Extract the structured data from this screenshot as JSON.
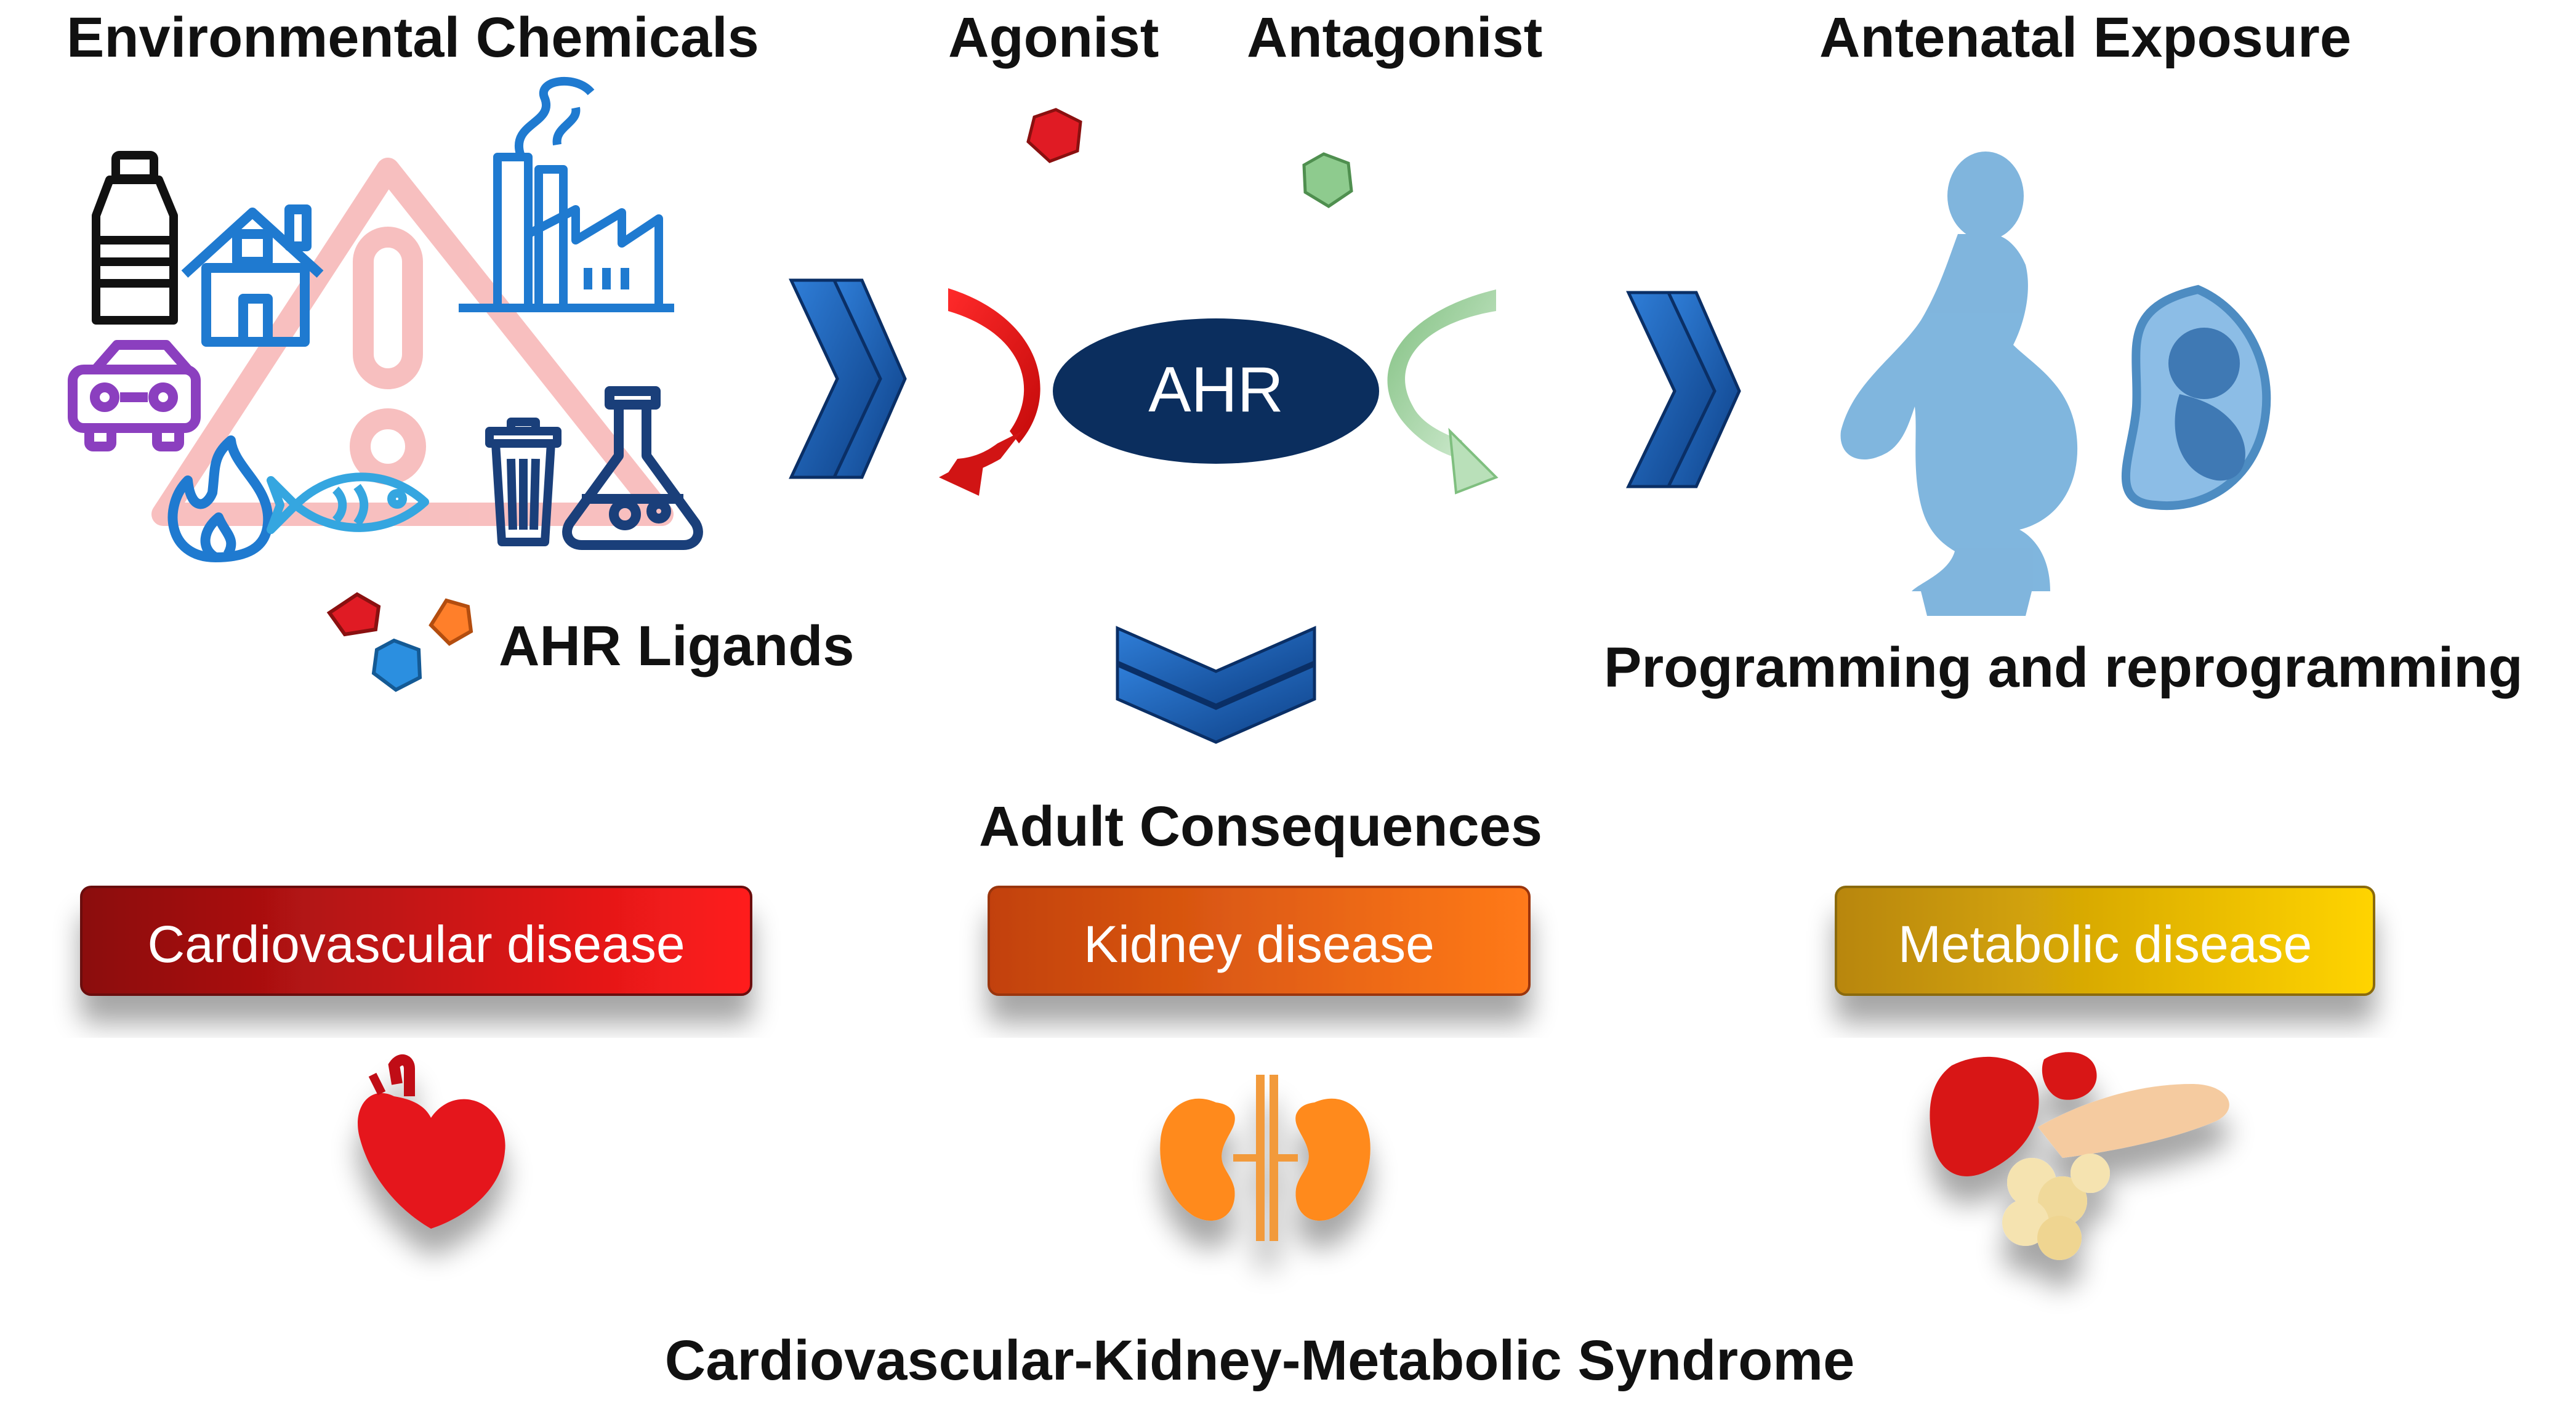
{
  "labels": {
    "environmental_chemicals": "Environmental Chemicals",
    "agonist": "Agonist",
    "antagonist": "Antagonist",
    "antenatal_exposure": "Antenatal Exposure",
    "ahr_ligands": "AHR Ligands",
    "ahr": "AHR",
    "programming": "Programming and reprogramming",
    "adult_consequences": "Adult Consequences",
    "syndrome": "Cardiovascular-Kidney-Metabolic Syndrome"
  },
  "diseases": [
    {
      "label": "Cardiovascular disease",
      "organ_icon": "heart-icon",
      "colors": [
        "#8b0d0d",
        "#ff1c1c"
      ]
    },
    {
      "label": "Kidney disease",
      "organ_icon": "kidney-icon",
      "colors": [
        "#c2410c",
        "#ff7a1a"
      ]
    },
    {
      "label": "Metabolic disease",
      "organ_icon": "liver-pancreas-icon",
      "colors": [
        "#b8860b",
        "#ffd400"
      ]
    }
  ],
  "colors": {
    "ahr_fill": "#0b2e5e",
    "chevron_blue": "#1f5fae",
    "agonist_red": "#e01b24",
    "antagonist_green": "#a5d6a7",
    "pregnancy_blue": "#6aa9d8"
  }
}
